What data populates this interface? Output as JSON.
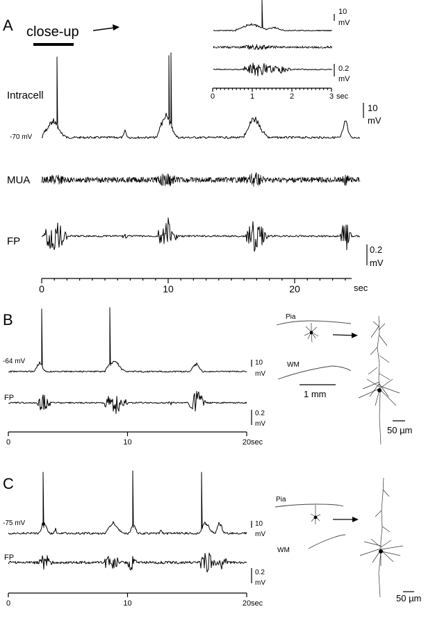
{
  "panel_a": {
    "label": "A",
    "closeup_label": "close-up",
    "trace_labels": {
      "intracell": "Intracell",
      "mua": "MUA",
      "fp": "FP"
    },
    "resting_potential": "-70 mV",
    "x_ticks": [
      "0",
      "10",
      "20"
    ],
    "x_unit": "sec",
    "scalebar_intracell": {
      "value": "10",
      "unit": "mV"
    },
    "scalebar_fp": {
      "value": "0.2",
      "unit": "mV"
    },
    "inset": {
      "scalebar_top": {
        "value": "10",
        "unit": "mV"
      },
      "scalebar_bottom": {
        "value": "0.2",
        "unit": "mV"
      },
      "x_ticks": [
        "0",
        "1",
        "2",
        "3"
      ],
      "x_unit": "sec"
    }
  },
  "panel_b": {
    "label": "B",
    "resting_potential": "-64 mV",
    "fp_label": "FP",
    "scalebar_intracell": {
      "value": "10",
      "unit": "mV"
    },
    "scalebar_fp": {
      "value": "0.2",
      "unit": "mV"
    },
    "x_ticks": [
      "0",
      "10",
      "20"
    ],
    "x_unit": "sec",
    "anatomy": {
      "pia": "Pia",
      "wm": "WM",
      "scale_mm": "1 mm",
      "scale_um": "50 µm"
    }
  },
  "panel_c": {
    "label": "C",
    "resting_potential": "-75 mV",
    "fp_label": "FP",
    "scalebar_intracell": {
      "value": "10",
      "unit": "mV"
    },
    "scalebar_fp": {
      "value": "0.2",
      "unit": "mV"
    },
    "x_ticks": [
      "0",
      "10",
      "20"
    ],
    "x_unit": "sec",
    "anatomy": {
      "pia": "Pia",
      "wm": "WM",
      "scale_um": "50 µm"
    }
  }
}
